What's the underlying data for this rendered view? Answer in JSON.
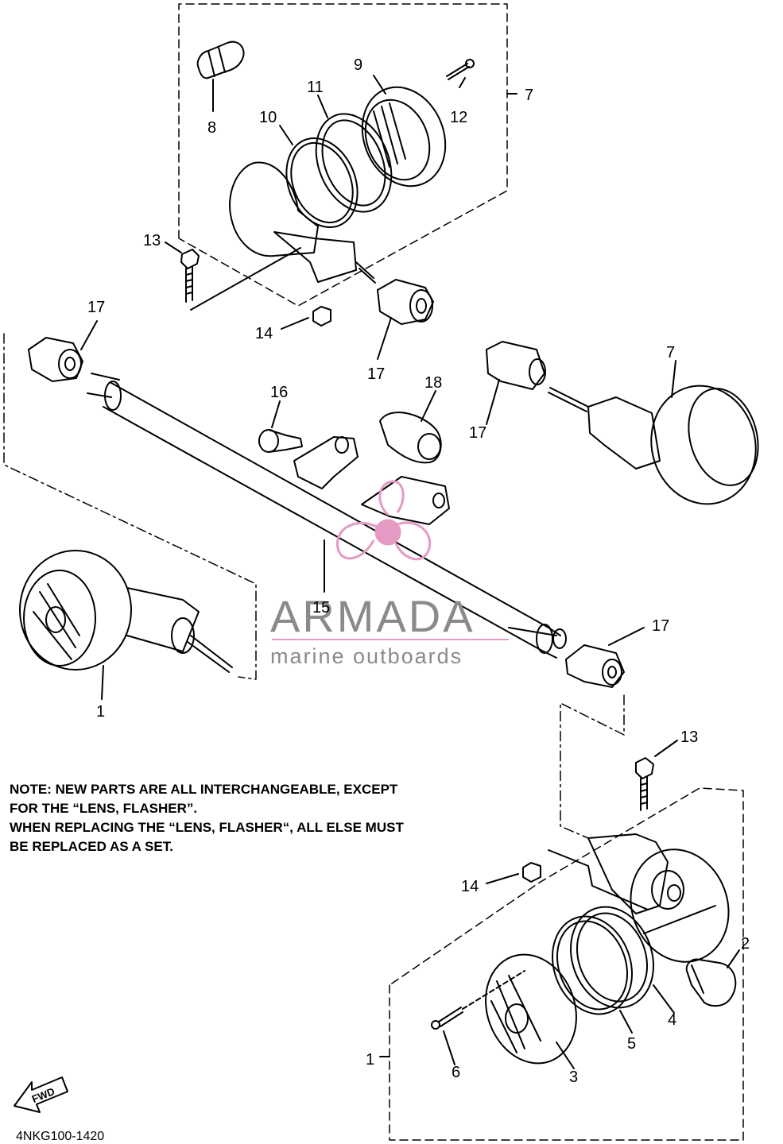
{
  "callouts": [
    {
      "id": "c8",
      "label": "8"
    },
    {
      "id": "c9",
      "label": "9"
    },
    {
      "id": "c11",
      "label": "11"
    },
    {
      "id": "c10",
      "label": "10"
    },
    {
      "id": "c12",
      "label": "12"
    },
    {
      "id": "c7a",
      "label": "7"
    },
    {
      "id": "c13a",
      "label": "13"
    },
    {
      "id": "c14a",
      "label": "14"
    },
    {
      "id": "c17a",
      "label": "17"
    },
    {
      "id": "c17b",
      "label": "17"
    },
    {
      "id": "c7b",
      "label": "7"
    },
    {
      "id": "c16",
      "label": "16"
    },
    {
      "id": "c18",
      "label": "18"
    },
    {
      "id": "c17c",
      "label": "17"
    },
    {
      "id": "c15",
      "label": "15"
    },
    {
      "id": "c17d",
      "label": "17"
    },
    {
      "id": "c1a",
      "label": "1"
    },
    {
      "id": "c13b",
      "label": "13"
    },
    {
      "id": "c14b",
      "label": "14"
    },
    {
      "id": "c2",
      "label": "2"
    },
    {
      "id": "c4",
      "label": "4"
    },
    {
      "id": "c5",
      "label": "5"
    },
    {
      "id": "c1b",
      "label": "1"
    },
    {
      "id": "c6",
      "label": "6"
    },
    {
      "id": "c3",
      "label": "3"
    }
  ],
  "note": [
    "NOTE: NEW PARTS ARE ALL INTERCHANGEABLE, EXCEPT",
    "FOR THE “LENS, FLASHER”.",
    "WHEN REPLACING THE “LENS, FLASHER“, ALL ELSE MUST",
    "BE REPLACED AS A SET."
  ],
  "diagram_code": "4NKG100-1420",
  "fwd_label": "FWD",
  "watermark": {
    "title": "ARMADA",
    "subtitle": "marine outboards",
    "logo_color": "#e59ac3",
    "text_color": "#8a8a8a"
  }
}
